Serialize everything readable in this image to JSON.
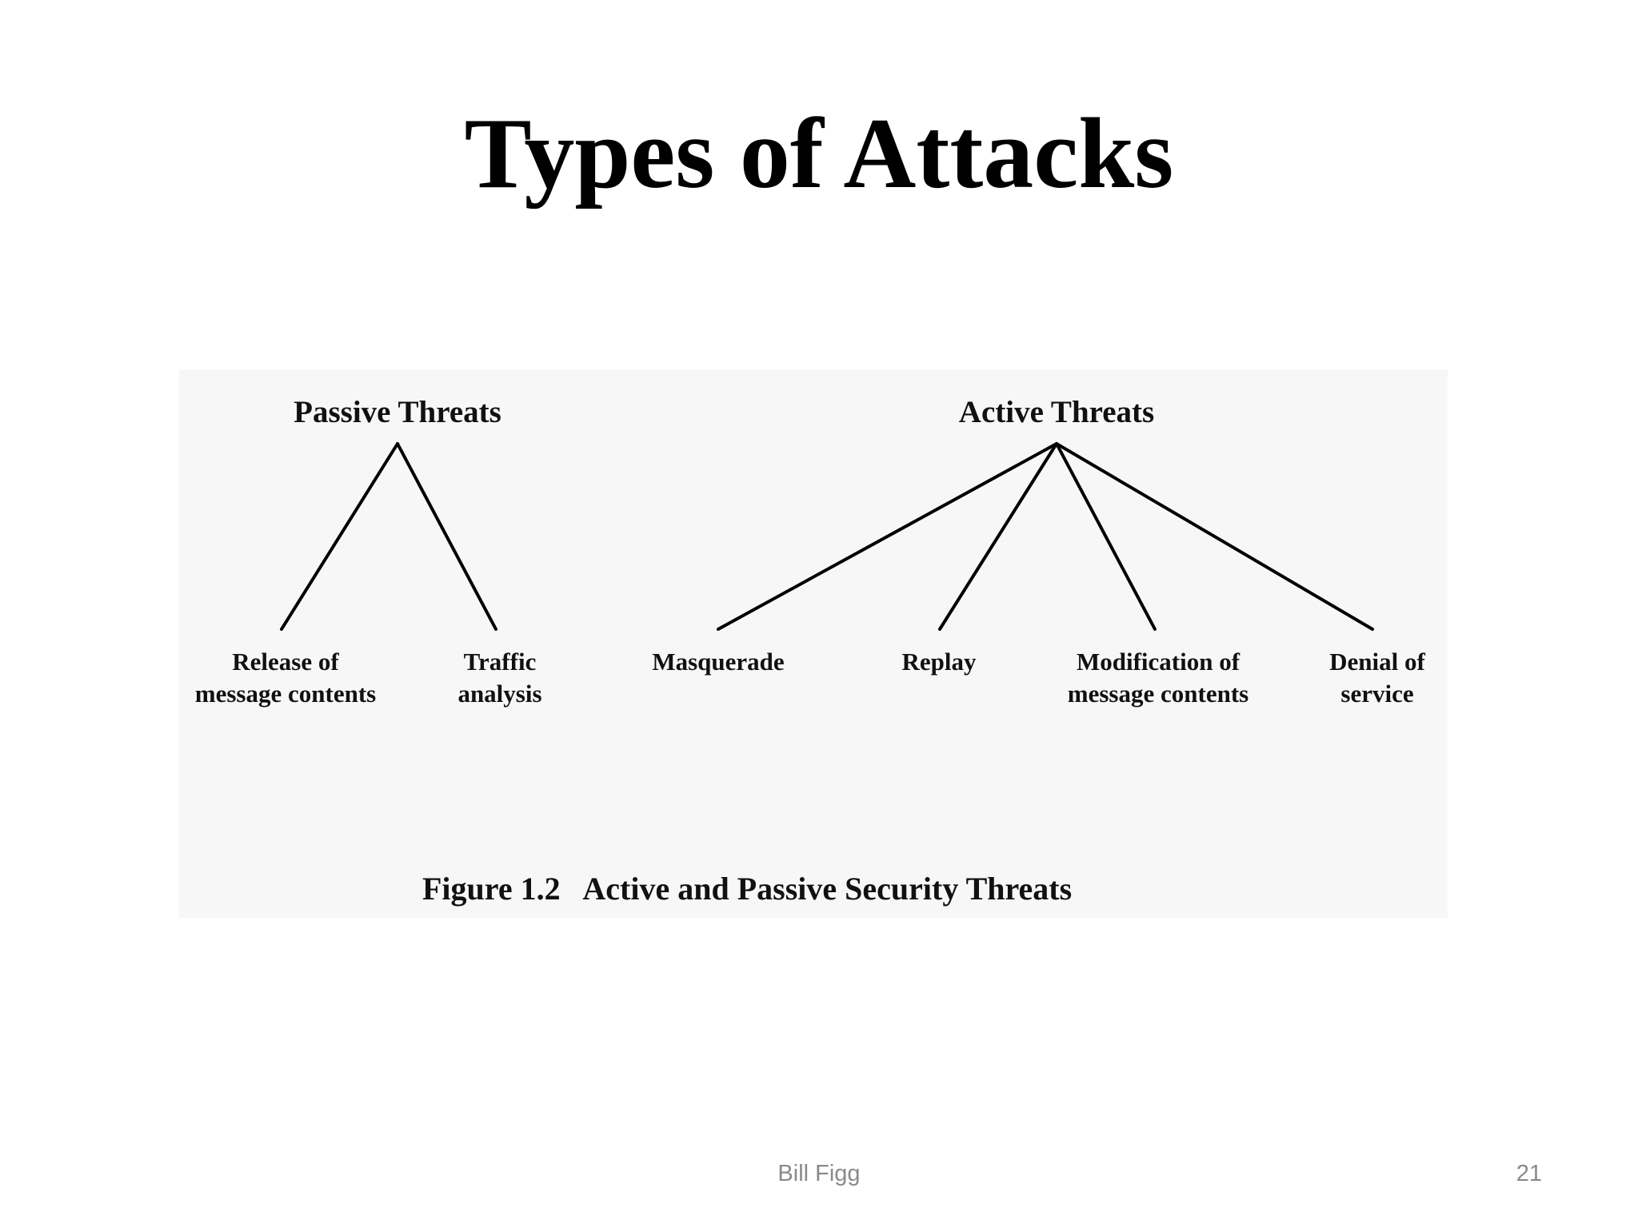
{
  "slide": {
    "title": "Types of Attacks",
    "footer_author": "Bill Figg",
    "page_number": "21"
  },
  "figure": {
    "caption": "Figure 1.2   Active and Passive Security Threats",
    "groups": [
      {
        "label": "Passive Threats",
        "children": [
          {
            "line1": "Release of",
            "line2": "message contents"
          },
          {
            "line1": "Traffic",
            "line2": "analysis"
          }
        ]
      },
      {
        "label": "Active Threats",
        "children": [
          {
            "line1": "Masquerade",
            "line2": ""
          },
          {
            "line1": "Replay",
            "line2": ""
          },
          {
            "line1": "Modification of",
            "line2": "message contents"
          },
          {
            "line1": "Denial of",
            "line2": "service"
          }
        ]
      }
    ]
  }
}
